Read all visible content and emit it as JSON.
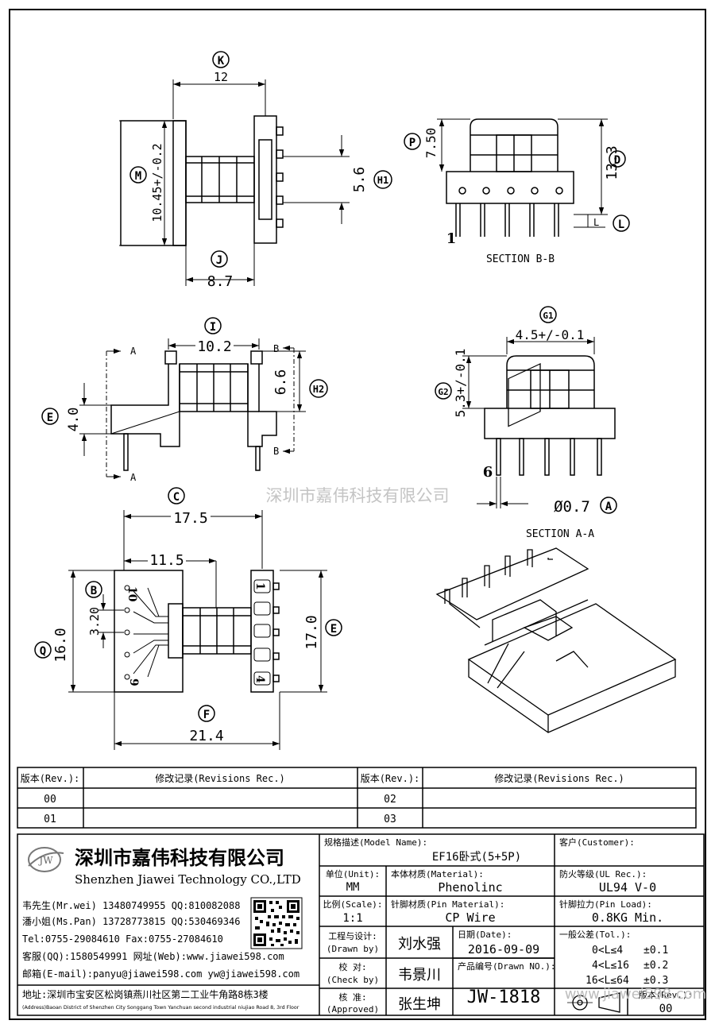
{
  "dims": {
    "k_label": "K",
    "k_value": "12",
    "m_label": "M",
    "m_value": "10.45+/-0.2",
    "h1_label": "H1",
    "h1_value": "5.6",
    "j_label": "J",
    "j_value": "8.7",
    "p_label": "P",
    "p_value": "7.50",
    "d_label": "D",
    "d_value": "13.3",
    "l_label": "L",
    "l_value": "L",
    "pin1_label": "1",
    "section_bb": "SECTION B-B",
    "i_label": "I",
    "i_value": "10.2",
    "h2_label": "H2",
    "h2_value": "6.6",
    "e_label": "E",
    "e_value": "4.0",
    "cut_a": "A",
    "cut_b": "B",
    "g1_label": "G1",
    "g1_value": "4.5+/-0.1",
    "g2_label": "G2",
    "g2_value": "5.3+/-0.1",
    "pin6_label": "6",
    "a_label": "A",
    "a_value": "Ø0.7",
    "section_aa": "SECTION A-A",
    "c_label": "C",
    "c_value": "17.5",
    "c2_value": "11.5",
    "b_label": "B",
    "b_value": "3.20",
    "q_label": "Q",
    "q_value": "16.0",
    "e2_label": "E",
    "e2_value": "17.0",
    "f_label": "F",
    "f_value": "21.4",
    "pin10": "10",
    "pin9": "9",
    "pin1b": "1",
    "pin4": "4"
  },
  "watermark": "深圳市嘉伟科技有限公司",
  "watermark2": "www.jiawei598.com",
  "revisions": {
    "h_rev1": "版本(Rev.):",
    "h_rec1": "修改记录(Revisions Rec.)",
    "h_rev2": "版本(Rev.):",
    "h_rec2": "修改记录(Revisions Rec.)",
    "r00": "00",
    "r01": "01",
    "r02": "02",
    "r03": "03"
  },
  "company": {
    "logo": "JW",
    "name_cn": "深圳市嘉伟科技有限公司",
    "name_en": "Shenzhen Jiawei Technology CO.,LTD",
    "c1": "韦先生(Mr.wei) 13480749955 QQ:810082088",
    "c2": "潘小姐(Ms.Pan) 13728773815 QQ:530469346",
    "c3": "Tel:0755-29084610     Fax:0755-27084610",
    "c4": "客服(QQ):1580549991    网址(Web):www.jiawei598.com",
    "c5": "邮箱(E-mail):panyu@jiawei598.com   yw@jiawei598.com",
    "addr_cn": "地址:深圳市宝安区松岗镇燕川社区第二工业牛角路8栋3楼",
    "addr_en": "(Address)Baoan District of Shenzhen City Songgang Town Yanchuan second industrial niujiao Road 8, 3rd Floor"
  },
  "title_block": {
    "model_label": "规格描述(Model Name):",
    "model": "EF16卧式(5+5P)",
    "customer_label": "客户(Customer):",
    "customer": "",
    "unit_label": "单位(Unit):",
    "unit": "MM",
    "material_label": "本体材质(Material):",
    "material": "Phenolinc",
    "ul_label": "防火等级(UL Rec.):",
    "ul": "UL94 V-0",
    "scale_label": "比例(Scale):",
    "scale": "1:1",
    "pin_mat_label": "针脚材质(Pin Material):",
    "pin_mat": "CP Wire",
    "pin_load_label": "针脚拉力(Pin Load):",
    "pin_load": "0.8KG Min.",
    "drawn_label_cn": "工程与设计:",
    "drawn_label_en": "(Drawn by)",
    "drawn": "刘水强",
    "date_label": "日期(Date):",
    "date": "2016-09-09",
    "check_label_cn": "校  对:",
    "check_label_en": "(Check by)",
    "check": "韦景川",
    "drawn_no_label": "产品编号(Drawn NO.):",
    "drawn_no": "JW-1818",
    "approved_label_cn": "核  准:",
    "approved_label_en": "(Approved)",
    "approved": "张生坤",
    "tol_label": "一般公差(Tol.):",
    "tol1_range": "0<L≤4",
    "tol1_val": "±0.1",
    "tol2_range": "4<L≤16",
    "tol2_val": "±0.2",
    "tol3_range": "16<L≤64",
    "tol3_val": "±0.3",
    "version_label": "版本(Rev.):",
    "version": "00"
  }
}
